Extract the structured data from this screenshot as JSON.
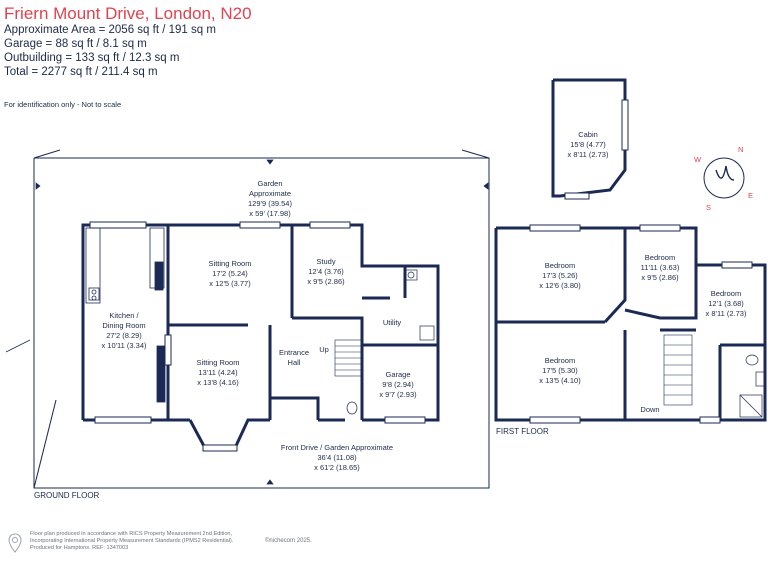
{
  "header": {
    "title": "Friern Mount Drive, London, N20",
    "lines": [
      "Approximate Area = 2056 sq ft / 191 sq m",
      "Garage = 88 sq ft / 8.1 sq m",
      "Outbuilding = 133 sq ft / 12.3 sq m",
      "Total = 2277 sq ft / 211.4 sq m"
    ],
    "note": "For identification only - Not to scale"
  },
  "rooms": {
    "garden": {
      "name": "Garden",
      "l1": "Approximate",
      "l2": "129'9 (39.54)",
      "l3": "x 59' (17.98)"
    },
    "sitting_room_1": {
      "name": "Sitting Room",
      "l1": "17'2 (5.24)",
      "l2": "x 12'5 (3.77)"
    },
    "study": {
      "name": "Study",
      "l1": "12'4 (3.76)",
      "l2": "x 9'5 (2.86)"
    },
    "kitchen": {
      "name": "Kitchen /",
      "l1": "Dining Room",
      "l2": "27'2 (8.29)",
      "l3": "x 10'11 (3.34)"
    },
    "utility": {
      "name": "Utility"
    },
    "entrance_hall": {
      "name": "Entrance",
      "l1": "Hall"
    },
    "up": "Up",
    "sitting_room_2": {
      "name": "Sitting Room",
      "l1": "13'11 (4.24)",
      "l2": "x 13'8 (4.16)"
    },
    "garage": {
      "name": "Garage",
      "l1": "9'8 (2.94)",
      "l2": "x 9'7 (2.93)"
    },
    "front_drive": {
      "name": "Front Drive / Garden Approximate",
      "l1": "36'4 (11.08)",
      "l2": "x 61'2 (18.65)"
    },
    "cabin": {
      "name": "Cabin",
      "l1": "15'8 (4.77)",
      "l2": "x 8'11 (2.73)"
    },
    "bedroom_1": {
      "name": "Bedroom",
      "l1": "17'3 (5.26)",
      "l2": "x 12'6 (3.80)"
    },
    "bedroom_2": {
      "name": "Bedroom",
      "l1": "11'11 (3.63)",
      "l2": "x 9'5 (2.86)"
    },
    "bedroom_3": {
      "name": "Bedroom",
      "l1": "12'1 (3.68)",
      "l2": "x 8'11 (2.73)"
    },
    "bedroom_4": {
      "name": "Bedroom",
      "l1": "17'5 (5.30)",
      "l2": "x 13'5 (4.10)"
    },
    "down": "Down"
  },
  "floors": {
    "ground": "GROUND FLOOR",
    "first": "FIRST FLOOR"
  },
  "compass": {
    "n": "N",
    "e": "E",
    "s": "S",
    "w": "W"
  },
  "footer": {
    "lines": [
      "Floor plan produced in accordance with RICS Property Measurement 2nd Edition,",
      "Incorporating International Property Measurement Standards (IPMS2 Residential).",
      "Produced for Hamptons.   REF: 1347003"
    ],
    "brand": "©nichecom 2025."
  },
  "colors": {
    "wall": "#1b2a55",
    "title": "#e0434f",
    "accent": "#e0434f"
  }
}
